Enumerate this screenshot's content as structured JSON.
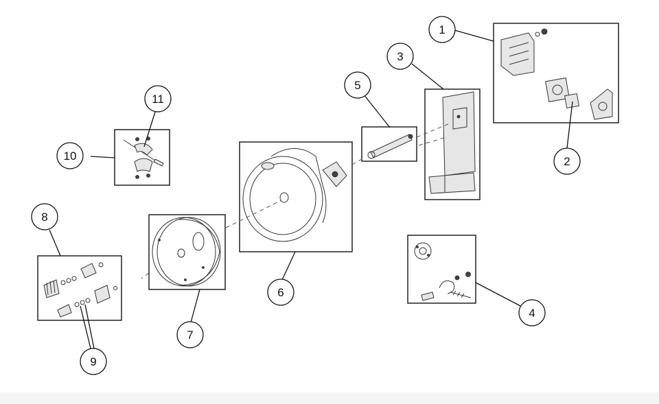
{
  "diagram": {
    "callouts": [
      {
        "id": "1",
        "label": "1"
      },
      {
        "id": "2",
        "label": "2"
      },
      {
        "id": "3",
        "label": "3"
      },
      {
        "id": "4",
        "label": "4"
      },
      {
        "id": "5",
        "label": "5"
      },
      {
        "id": "6",
        "label": "6"
      },
      {
        "id": "7",
        "label": "7"
      },
      {
        "id": "8",
        "label": "8"
      },
      {
        "id": "9",
        "label": "9"
      },
      {
        "id": "10",
        "label": "10"
      },
      {
        "id": "11",
        "label": "11"
      }
    ]
  },
  "colors": {
    "ink": "#111111",
    "background": "#ffffff"
  }
}
